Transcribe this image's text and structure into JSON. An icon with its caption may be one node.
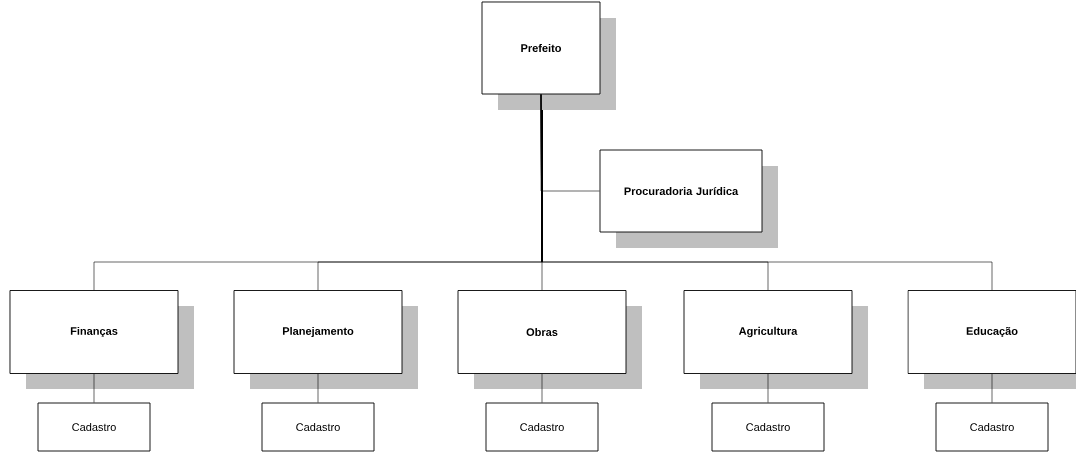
{
  "diagram": {
    "nodes": [
      {
        "text": [
          "Prefeito"
        ]
      },
      {
        "text": [
          "Procuradoria Jurídica"
        ]
      },
      {
        "text": [
          "Finanças"
        ]
      },
      {
        "text": [
          "Planejamento"
        ]
      },
      {
        "text": [
          "Obras"
        ]
      },
      {
        "text": [
          "Agricultura"
        ]
      },
      {
        "text": [
          "Educação"
        ]
      },
      {
        "text": [
          "Cadastro"
        ]
      },
      {
        "text": [
          "Cadastro"
        ]
      },
      {
        "text": [
          "Cadastro"
        ]
      },
      {
        "text": [
          "Cadastro"
        ]
      },
      {
        "text": [
          "Cadastro"
        ]
      }
    ],
    "edges": [
      {
        "from": 0,
        "to": 1,
        "arrow": "none"
      },
      {
        "from": 0,
        "to": 2,
        "arrow": "none"
      },
      {
        "from": 0,
        "to": 3,
        "arrow": "none"
      },
      {
        "from": 0,
        "to": 4,
        "arrow": "none"
      },
      {
        "from": 0,
        "to": 5,
        "arrow": "none"
      },
      {
        "from": 0,
        "to": 6,
        "arrow": "none"
      },
      {
        "from": 2,
        "to": 7,
        "arrow": "none"
      },
      {
        "from": 3,
        "to": 8,
        "arrow": "none"
      },
      {
        "from": 4,
        "to": 9,
        "arrow": "none"
      },
      {
        "from": 5,
        "to": 10,
        "arrow": "none"
      },
      {
        "from": 6,
        "to": 11,
        "arrow": "none"
      }
    ]
  }
}
